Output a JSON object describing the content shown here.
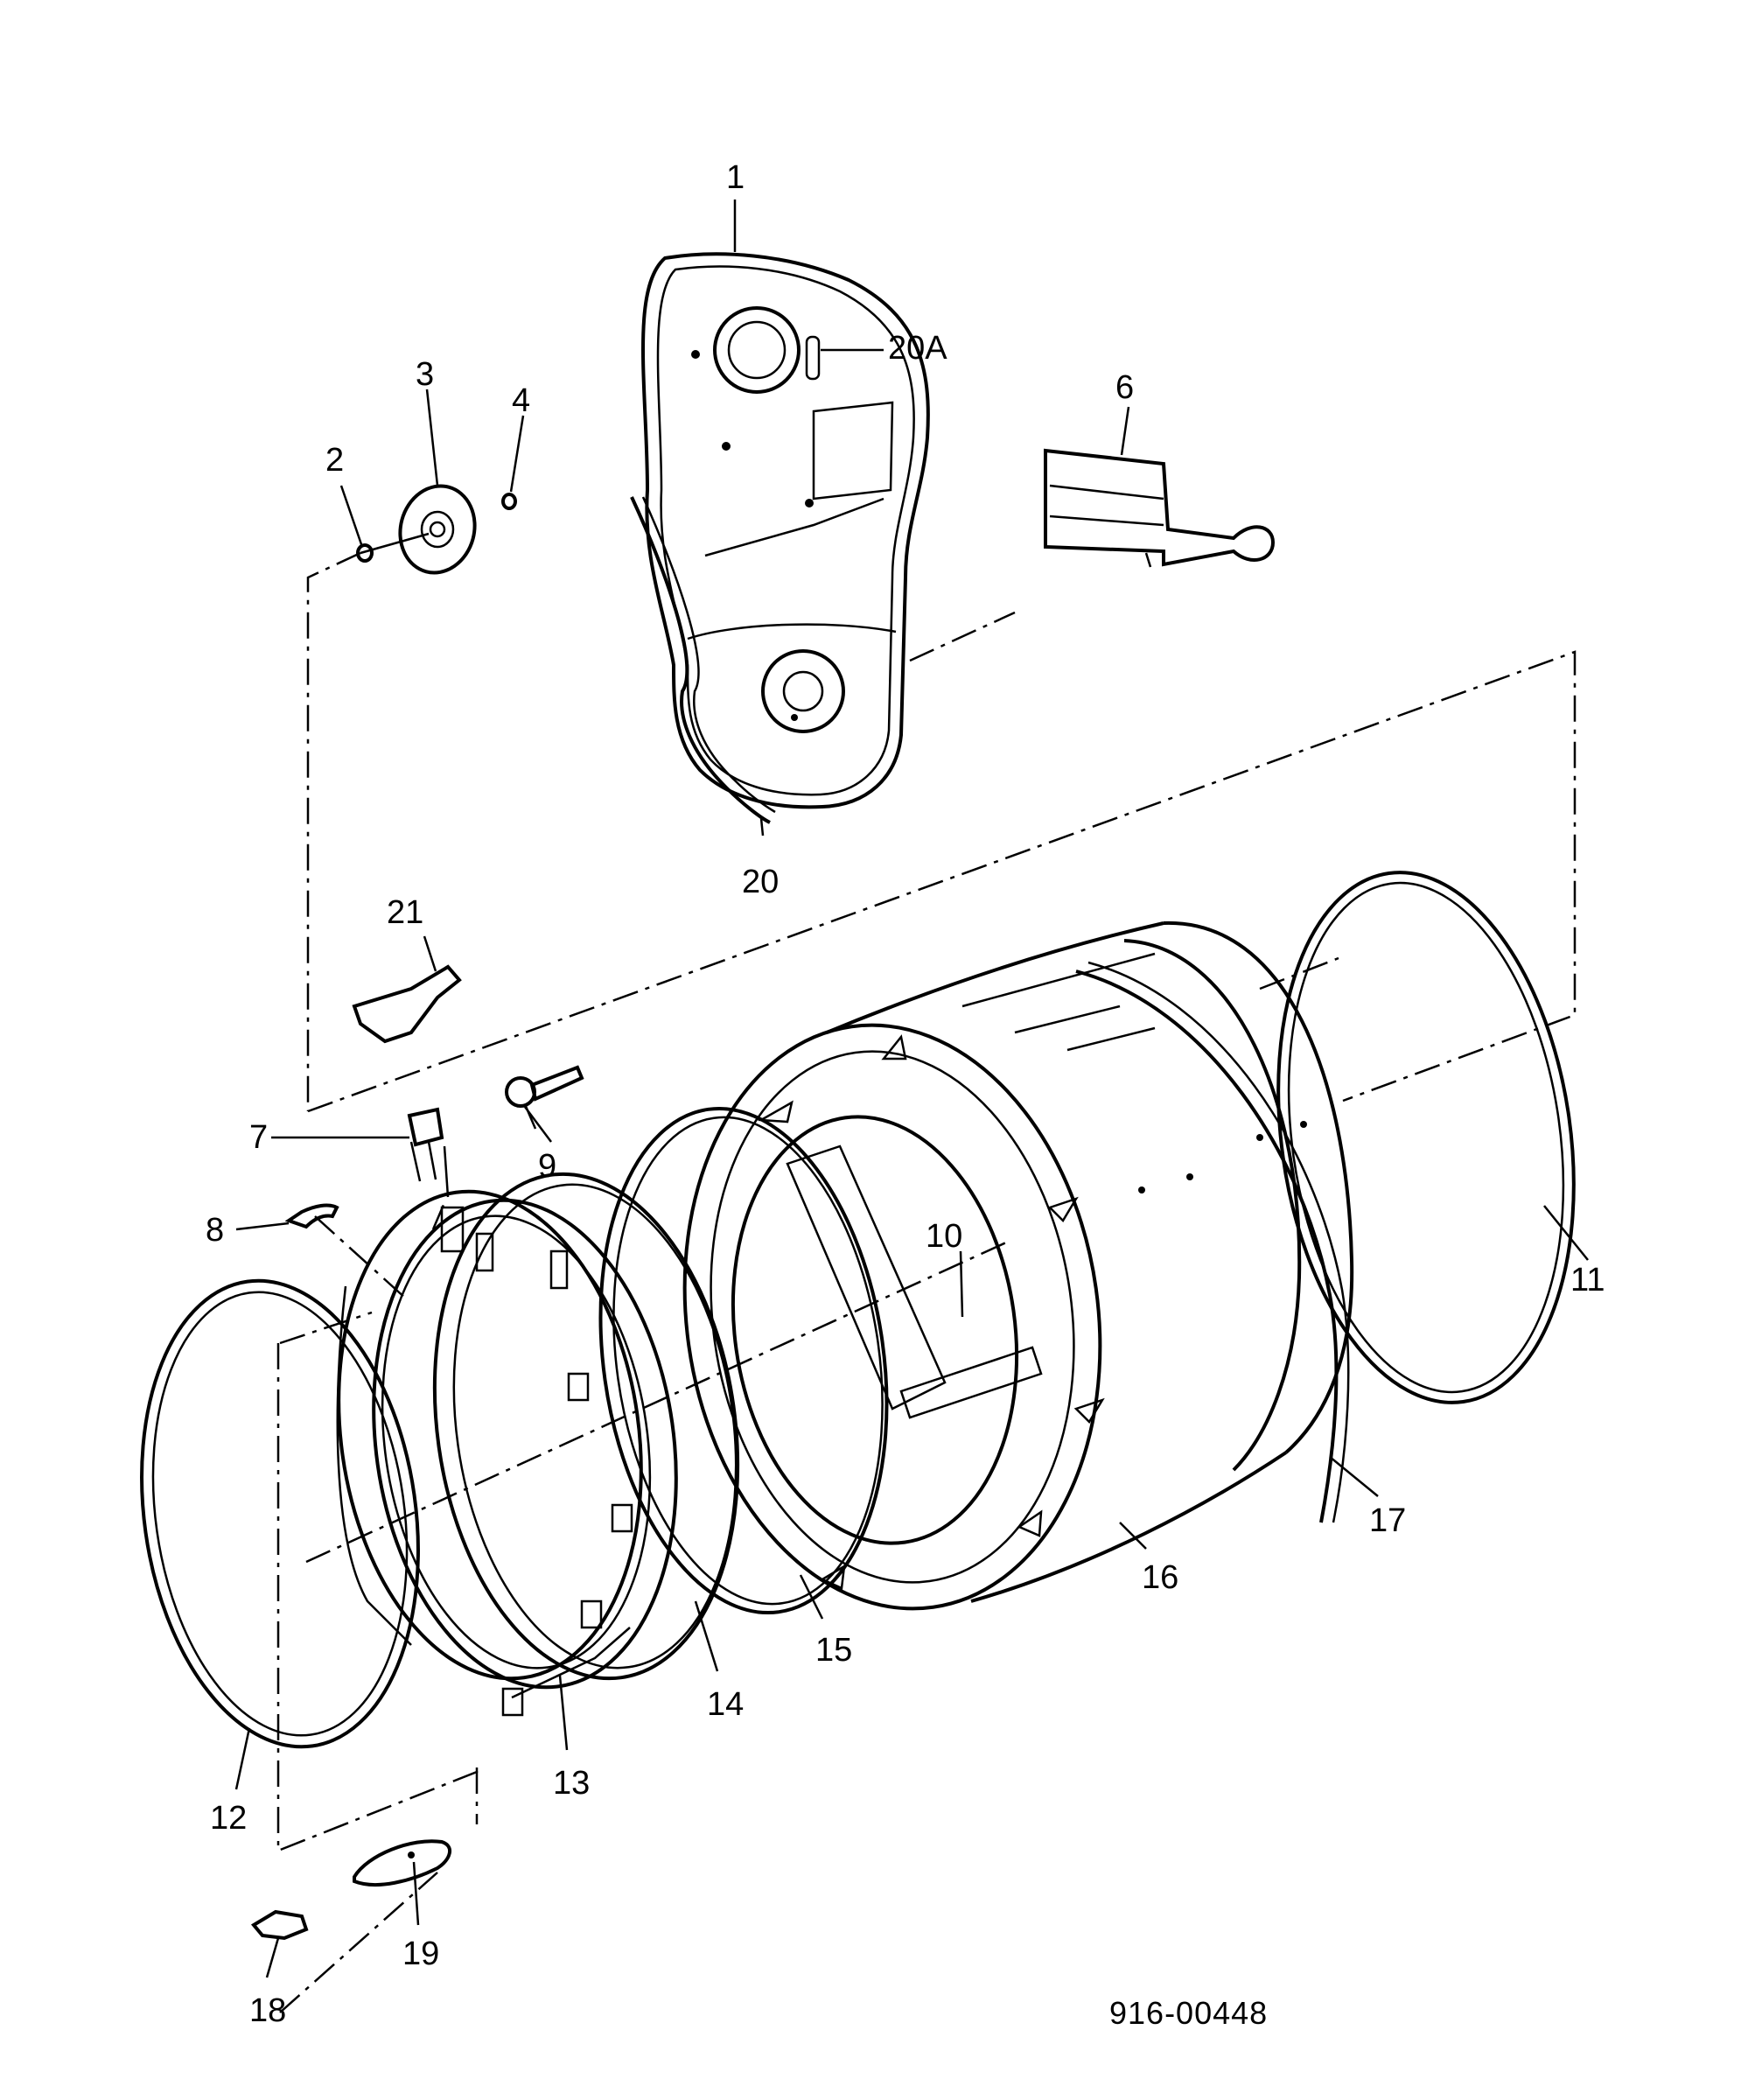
{
  "part_labels": {
    "p1": "1",
    "p2": "2",
    "p3": "3",
    "p4": "4",
    "p6": "6",
    "p7": "7",
    "p8": "8",
    "p9": "9",
    "p10": "10",
    "p11": "11",
    "p12": "12",
    "p13": "13",
    "p14": "14",
    "p15": "15",
    "p16": "16",
    "p17": "17",
    "p18": "18",
    "p19": "19",
    "p20": "20",
    "p20a": "20A",
    "p21": "21"
  },
  "drawing_code": "916-00448"
}
